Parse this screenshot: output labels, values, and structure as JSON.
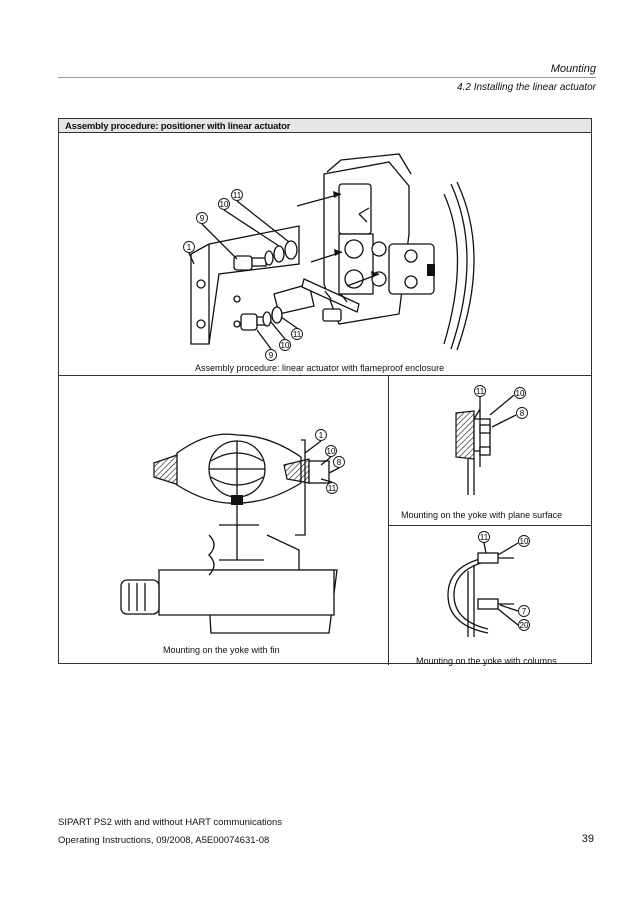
{
  "header": {
    "chapter": "Mounting",
    "section": "4.2 Installing the linear actuator"
  },
  "frame": {
    "title": "Assembly procedure: positioner with linear actuator",
    "fig1_caption": "Assembly procedure: linear actuator with flameproof enclosure",
    "fig2_caption": "Mounting on the yoke with fin",
    "fig3_caption": "Mounting on the yoke with plane surface",
    "fig4_caption": "Mounting on the yoke with columns"
  },
  "callouts": {
    "fig1": [
      "11",
      "10",
      "9",
      "1",
      "11",
      "10",
      "9"
    ],
    "fig2": [
      "1",
      "10",
      "8",
      "11"
    ],
    "fig3": [
      "11",
      "10",
      "8"
    ],
    "fig4": [
      "11",
      "10",
      "7",
      "20"
    ]
  },
  "footer": {
    "product": "SIPART PS2 with and without HART communications",
    "doc": "Operating Instructions, 09/2008, A5E00074631-08",
    "page": "39"
  }
}
